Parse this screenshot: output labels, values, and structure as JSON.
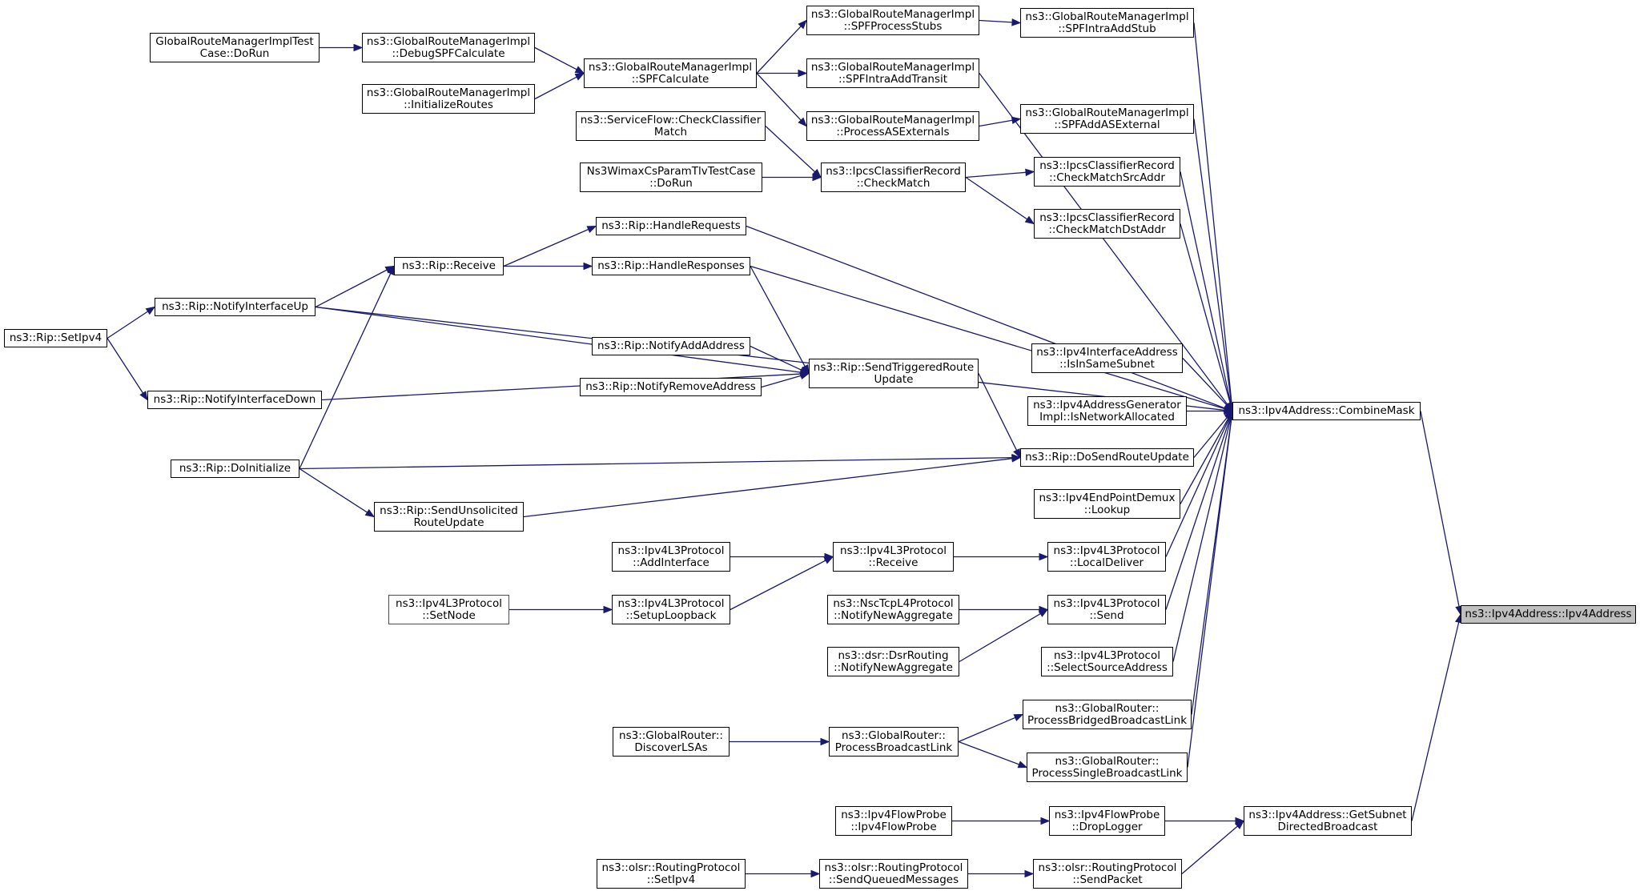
{
  "colors": {
    "edge": "#191970",
    "node_border": "#000000",
    "focus_fill": "#bfbfbf",
    "highlight_border": "#ff0000"
  },
  "nodes": {
    "n1": {
      "lines": [
        "GlobalRouteManagerImplTest",
        "Case::DoRun"
      ]
    },
    "n2": {
      "lines": [
        "ns3::GlobalRouteManagerImpl",
        "::DebugSPFCalculate"
      ]
    },
    "n3": {
      "lines": [
        "ns3::GlobalRouteManagerImpl",
        "::InitializeRoutes"
      ]
    },
    "n4": {
      "lines": [
        "ns3::GlobalRouteManagerImpl",
        "::SPFCalculate"
      ]
    },
    "n5": {
      "lines": [
        "ns3::GlobalRouteManagerImpl",
        "::SPFProcessStubs"
      ]
    },
    "n6": {
      "lines": [
        "ns3::GlobalRouteManagerImpl",
        "::SPFIntraAddTransit"
      ]
    },
    "n7": {
      "lines": [
        "ns3::GlobalRouteManagerImpl",
        "::ProcessASExternals"
      ]
    },
    "n8": {
      "lines": [
        "ns3::GlobalRouteManagerImpl",
        "::SPFIntraAddStub"
      ]
    },
    "n9": {
      "lines": [
        "ns3::GlobalRouteManagerImpl",
        "::SPFAddASExternal"
      ]
    },
    "n10": {
      "lines": [
        "ns3::ServiceFlow::CheckClassifier",
        "Match"
      ]
    },
    "n11": {
      "lines": [
        "Ns3WimaxCsParamTlvTestCase",
        "::DoRun"
      ]
    },
    "n12": {
      "lines": [
        "ns3::IpcsClassifierRecord",
        "::CheckMatch"
      ]
    },
    "n13": {
      "lines": [
        "ns3::IpcsClassifierRecord",
        "::CheckMatchSrcAddr"
      ]
    },
    "n14": {
      "lines": [
        "ns3::IpcsClassifierRecord",
        "::CheckMatchDstAddr"
      ]
    },
    "n15": {
      "lines": [
        "ns3::Rip::HandleRequests"
      ]
    },
    "n16": {
      "lines": [
        "ns3::Rip::Receive"
      ]
    },
    "n17": {
      "lines": [
        "ns3::Rip::HandleResponses"
      ]
    },
    "n18": {
      "lines": [
        "ns3::Rip::NotifyInterfaceUp"
      ]
    },
    "n19": {
      "lines": [
        "ns3::Rip::SetIpv4"
      ]
    },
    "n20": {
      "lines": [
        "ns3::Rip::NotifyAddAddress"
      ]
    },
    "n21": {
      "lines": [
        "ns3::Rip::NotifyRemoveAddress"
      ]
    },
    "n22": {
      "lines": [
        "ns3::Rip::SendTriggeredRoute",
        "Update"
      ]
    },
    "n23": {
      "lines": [
        "ns3::Rip::NotifyInterfaceDown"
      ]
    },
    "n24": {
      "lines": [
        "ns3::Rip::DoInitialize"
      ]
    },
    "n25": {
      "lines": [
        "ns3::Rip::DoSendRouteUpdate"
      ]
    },
    "n26": {
      "lines": [
        "ns3::Rip::SendUnsolicited",
        "RouteUpdate"
      ]
    },
    "n27": {
      "lines": [
        "ns3::Ipv4InterfaceAddress",
        "::IsInSameSubnet"
      ]
    },
    "n28": {
      "lines": [
        "ns3::Ipv4AddressGenerator",
        "Impl::IsNetworkAllocated"
      ]
    },
    "n29": {
      "lines": [
        "ns3::Ipv4Address::CombineMask"
      ]
    },
    "n30": {
      "lines": [
        "ns3::Ipv4EndPointDemux",
        "::Lookup"
      ]
    },
    "n31": {
      "lines": [
        "ns3::Ipv4L3Protocol",
        "::AddInterface"
      ]
    },
    "n32": {
      "lines": [
        "ns3::Ipv4L3Protocol",
        "::Receive"
      ]
    },
    "n33": {
      "lines": [
        "ns3::Ipv4L3Protocol",
        "::LocalDeliver"
      ]
    },
    "n34": {
      "lines": [
        "ns3::Ipv4L3Protocol",
        "::SetNode"
      ]
    },
    "n35": {
      "lines": [
        "ns3::Ipv4L3Protocol",
        "::SetupLoopback"
      ]
    },
    "n36": {
      "lines": [
        "ns3::NscTcpL4Protocol",
        "::NotifyNewAggregate"
      ]
    },
    "n37": {
      "lines": [
        "ns3::Ipv4L3Protocol",
        "::Send"
      ]
    },
    "n38": {
      "lines": [
        "ns3::dsr::DsrRouting",
        "::NotifyNewAggregate"
      ]
    },
    "n39": {
      "lines": [
        "ns3::Ipv4L3Protocol",
        "::SelectSourceAddress"
      ]
    },
    "n40": {
      "lines": [
        "ns3::GlobalRouter::",
        "ProcessBridgedBroadcastLink"
      ]
    },
    "n41": {
      "lines": [
        "ns3::GlobalRouter::",
        "DiscoverLSAs"
      ]
    },
    "n42": {
      "lines": [
        "ns3::GlobalRouter::",
        "ProcessBroadcastLink"
      ]
    },
    "n43": {
      "lines": [
        "ns3::GlobalRouter::",
        "ProcessSingleBroadcastLink"
      ]
    },
    "n44": {
      "lines": [
        "ns3::Ipv4FlowProbe",
        "::Ipv4FlowProbe"
      ]
    },
    "n45": {
      "lines": [
        "ns3::Ipv4FlowProbe",
        "::DropLogger"
      ]
    },
    "n46": {
      "lines": [
        "ns3::Ipv4Address::GetSubnet",
        "DirectedBroadcast"
      ]
    },
    "n47": {
      "lines": [
        "ns3::Ipv4Address::Ipv4Address"
      ]
    },
    "n48": {
      "lines": [
        "ns3::olsr::RoutingProtocol",
        "::SetIpv4"
      ]
    },
    "n49": {
      "lines": [
        "ns3::olsr::RoutingProtocol",
        "::SendQueuedMessages"
      ]
    },
    "n50": {
      "lines": [
        "ns3::olsr::RoutingProtocol",
        "::SendPacket"
      ]
    }
  },
  "edges": [
    [
      "n1",
      "n2"
    ],
    [
      "n2",
      "n4"
    ],
    [
      "n3",
      "n4"
    ],
    [
      "n4",
      "n5"
    ],
    [
      "n4",
      "n6"
    ],
    [
      "n4",
      "n7"
    ],
    [
      "n5",
      "n8"
    ],
    [
      "n7",
      "n9"
    ],
    [
      "n10",
      "n12"
    ],
    [
      "n11",
      "n12"
    ],
    [
      "n12",
      "n13"
    ],
    [
      "n12",
      "n14"
    ],
    [
      "n16",
      "n15"
    ],
    [
      "n16",
      "n17"
    ],
    [
      "n18",
      "n16"
    ],
    [
      "n24",
      "n16"
    ],
    [
      "n19",
      "n18"
    ],
    [
      "n19",
      "n23"
    ],
    [
      "n17",
      "n22"
    ],
    [
      "n18",
      "n22"
    ],
    [
      "n20",
      "n22"
    ],
    [
      "n21",
      "n22"
    ],
    [
      "n23",
      "n22"
    ],
    [
      "n22",
      "n25"
    ],
    [
      "n24",
      "n25"
    ],
    [
      "n26",
      "n25"
    ],
    [
      "n24",
      "n26"
    ],
    [
      "n31",
      "n32"
    ],
    [
      "n35",
      "n32"
    ],
    [
      "n34",
      "n35"
    ],
    [
      "n32",
      "n33"
    ],
    [
      "n36",
      "n37"
    ],
    [
      "n38",
      "n37"
    ],
    [
      "n41",
      "n42"
    ],
    [
      "n42",
      "n40"
    ],
    [
      "n42",
      "n43"
    ],
    [
      "n44",
      "n45"
    ],
    [
      "n48",
      "n49"
    ],
    [
      "n49",
      "n50"
    ],
    [
      "n8",
      "n29"
    ],
    [
      "n6",
      "n29"
    ],
    [
      "n9",
      "n29"
    ],
    [
      "n13",
      "n29"
    ],
    [
      "n14",
      "n29"
    ],
    [
      "n15",
      "n29"
    ],
    [
      "n17",
      "n29"
    ],
    [
      "n18",
      "n29"
    ],
    [
      "n27",
      "n29"
    ],
    [
      "n28",
      "n29"
    ],
    [
      "n25",
      "n29"
    ],
    [
      "n30",
      "n29"
    ],
    [
      "n33",
      "n29"
    ],
    [
      "n37",
      "n29"
    ],
    [
      "n39",
      "n29"
    ],
    [
      "n40",
      "n29"
    ],
    [
      "n43",
      "n29"
    ],
    [
      "n29",
      "n47"
    ],
    [
      "n45",
      "n46"
    ],
    [
      "n50",
      "n46"
    ],
    [
      "n46",
      "n47"
    ]
  ]
}
